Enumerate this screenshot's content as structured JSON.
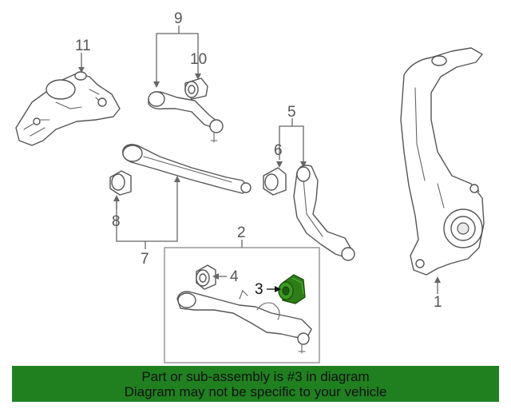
{
  "callouts": {
    "c1": "1",
    "c2": "2",
    "c3": "3",
    "c4": "4",
    "c5": "5",
    "c6": "6",
    "c7": "7",
    "c8": "8",
    "c9": "9",
    "c10": "10",
    "c11": "11"
  },
  "highlight": {
    "part_number": "3",
    "color": "#2e7d18"
  },
  "banner": {
    "line1": "Part or sub-assembly is #3 in diagram",
    "line2": "Diagram may not be specific to your vehicle",
    "background": "#208020"
  }
}
